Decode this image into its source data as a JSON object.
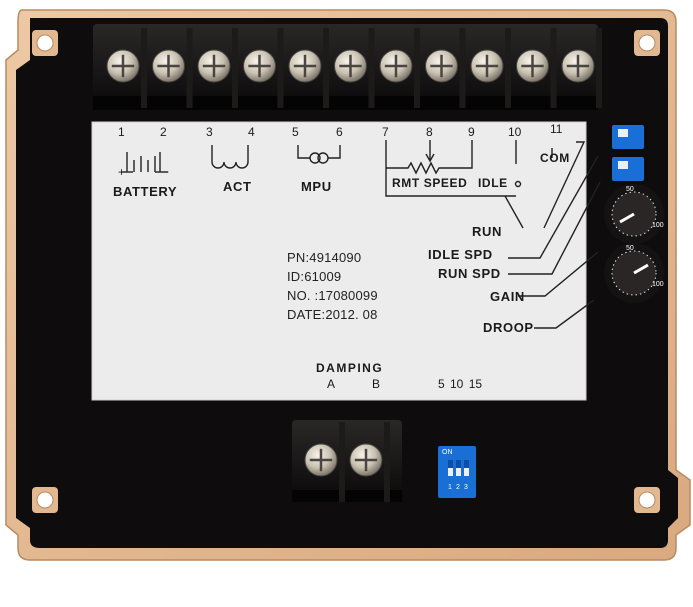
{
  "board": {
    "top_terminal_numbers": [
      "1",
      "2",
      "3",
      "4",
      "5",
      "6",
      "7",
      "8",
      "9",
      "10",
      "11"
    ],
    "battery_label": "BATTERY",
    "act_label": "ACT",
    "mpu_label": "MPU",
    "rmt_speed_label": "RMT SPEED",
    "idle_label": "IDLE",
    "com_label": "COM",
    "run_label": "RUN",
    "idle_spd_label": "IDLE SPD",
    "run_spd_label": "RUN SPD",
    "gain_label": "GAIN",
    "droop_label": "DROOP",
    "info": {
      "pn": "PN:4914090",
      "id": "ID:61009",
      "no": "NO. :17080099",
      "date": "DATE:2012. 08"
    },
    "damping_label": "DAMPING",
    "damping_a": "A",
    "damping_b": "B",
    "droop_scale": "5 10 15",
    "dip_switch": {
      "on_label": "ON",
      "positions": [
        "1",
        "2",
        "3"
      ]
    },
    "potentiometer_scale": {
      "top": "50",
      "right": "100"
    },
    "colors": {
      "frame": "#e2b890",
      "board": "#0d0b0b",
      "panel": "#ececec",
      "switch_blue": "#1a6fd6"
    },
    "icons": [
      "screw-terminal-icon",
      "battery-symbol-icon",
      "coil-symbol-icon",
      "mpu-symbol-icon",
      "potentiometer-symbol-icon",
      "dial-icon",
      "dip-switch-icon"
    ]
  }
}
